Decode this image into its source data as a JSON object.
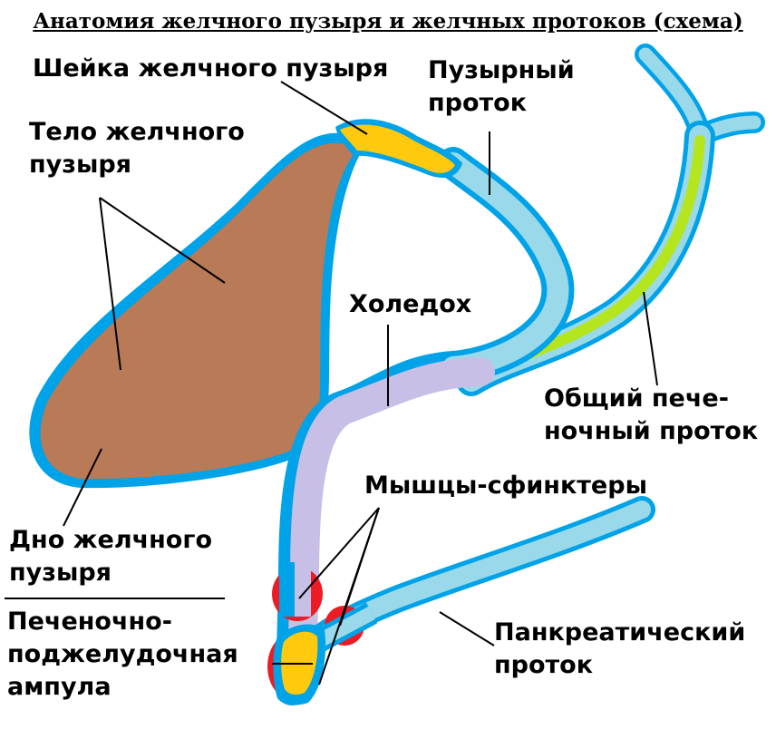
{
  "title": "Анатомия желчного пузыря и желчных протоков (схема)",
  "labels": {
    "neck": "Шейка желчного пузыря",
    "body_line1": "Тело желчного",
    "body_line2": "пузыря",
    "cystic_line1": "Пузырный",
    "cystic_line2": "проток",
    "choledoch": "Холедох",
    "hepatic_line1": "Общий пече-",
    "hepatic_line2": "ночный проток",
    "sphincters": "Мышцы-сфинктеры",
    "fundus_line1": "Дно желчного",
    "fundus_line2": "пузыря",
    "ampulla_line1": "Печеночно-",
    "ampulla_line2": "поджелудочная",
    "ampulla_line3": "ампула",
    "pancreatic_line1": "Панкреатический",
    "pancreatic_line2": "проток"
  },
  "colors": {
    "duct_wall": "#00a2e8",
    "duct_fill": "#99d9ea",
    "gallbladder": "#b97a57",
    "neck": "#ffc90e",
    "choledoch": "#c8bfe7",
    "hepatic": "#b5e61d",
    "sphincter": "#ed1c24",
    "ampulla": "#ffc90e"
  }
}
